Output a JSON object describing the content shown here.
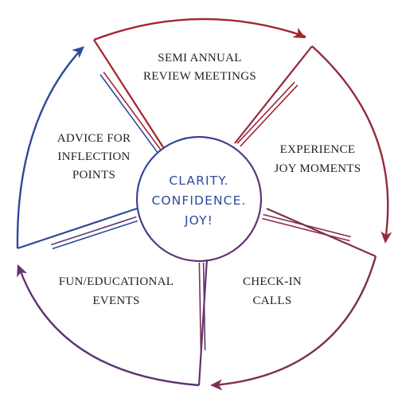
{
  "center": {
    "lines": [
      "CLARITY.",
      "CONFIDENCE.",
      "JOY!"
    ],
    "color": "#2f4a9b"
  },
  "segments": [
    {
      "id": "semi-annual-review",
      "lines": [
        "SEMI ANNUAL",
        "REVIEW MEETINGS"
      ],
      "color": "#a4242e"
    },
    {
      "id": "experience-joy",
      "lines": [
        "EXPERIENCE",
        "JOY MOMENTS"
      ],
      "color": "#952a3d"
    },
    {
      "id": "check-in-calls",
      "lines": [
        "CHECK-IN",
        "CALLS"
      ],
      "color": "#7e2f55"
    },
    {
      "id": "fun-educational-events",
      "lines": [
        "FUN/EDUCATIONAL",
        "EVENTS"
      ],
      "color": "#5f3470"
    },
    {
      "id": "advice-inflection",
      "lines": [
        "ADVICE FOR",
        "INFLECTION",
        "POINTS"
      ],
      "color": "#2f4a9b"
    }
  ],
  "colors": {
    "red": "#a4242e",
    "blue": "#2f4a9b",
    "purple": "#5f3470",
    "text": "#1f1f22"
  }
}
